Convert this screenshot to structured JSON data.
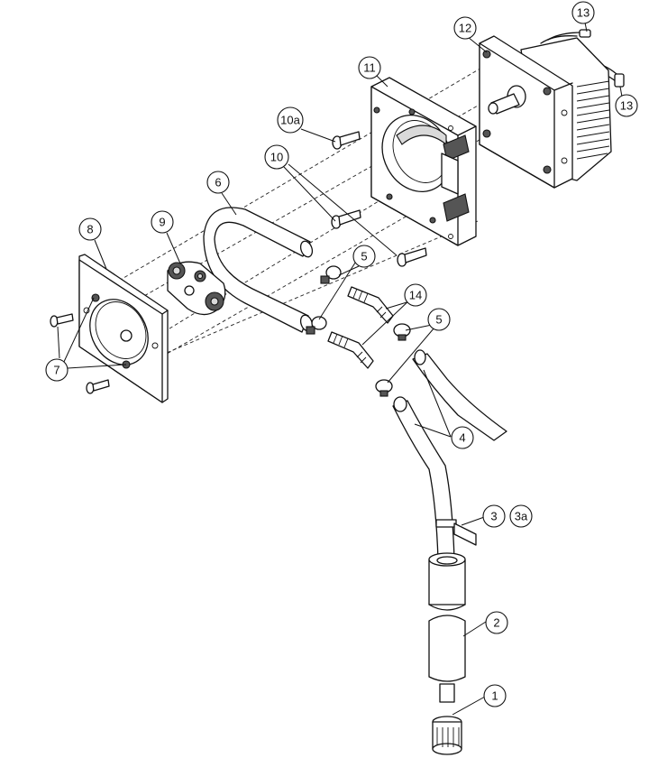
{
  "callouts": {
    "c1": "1",
    "c2": "2",
    "c3": "3",
    "c3a": "3a",
    "c4": "4",
    "c5a": "5",
    "c5b": "5",
    "c6": "6",
    "c7": "7",
    "c8": "8",
    "c9": "9",
    "c10": "10",
    "c10a": "10a",
    "c11": "11",
    "c12": "12",
    "c13a": "13",
    "c13b": "13",
    "c14": "14"
  }
}
